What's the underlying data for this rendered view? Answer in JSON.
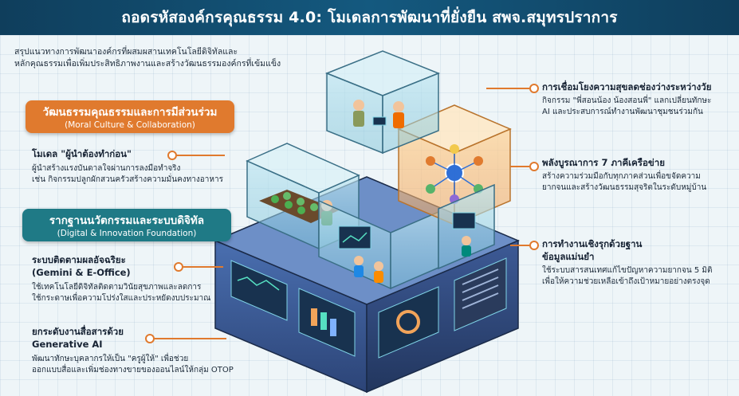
{
  "header": {
    "title": "ถอดรหัสองค์กรคุณธรรม 4.0: โมเดลการพัฒนาที่ยั่งยืน สพจ.สมุทรปราการ"
  },
  "intro": {
    "line1": "สรุปแนวทางการพัฒนาองค์กรที่ผสมผสานเทคโนโลยีดิจิทัลและ",
    "line2": "หลักคุณธรรมเพื่อเพิ่มประสิทธิภาพงานและสร้างวัฒนธรรมองค์กรที่เข้มแข็ง"
  },
  "moral_pill": {
    "title": "วัฒนธรรมคุณธรรมและการมีส่วนร่วม",
    "subtitle": "(Moral Culture & Collaboration)"
  },
  "leader_model": {
    "title": "โมเดล \"ผู้นำต้องทำก่อน\"",
    "line1": "ผู้นำสร้างแรงบันดาลใจผ่านการลงมือทำจริง",
    "line2": "เช่น กิจกรรมปลูกผักสวนครัวสร้างความมั่นคงทางอาหาร"
  },
  "digital_pill": {
    "title": "รากฐานนวัตกรรมและระบบดิจิทัล",
    "subtitle": "(Digital & Innovation Foundation)"
  },
  "smart_tracking": {
    "title1": "ระบบติดตามผลอัจฉริยะ",
    "title2": "(Gemini & E-Office)",
    "line1": "ใช้เทคโนโลยีดิจิทัลติดตามวินัยสุขภาพและลดการ",
    "line2": "ใช้กระดาษเพื่อความโปร่งใสและประหยัดงบประมาณ"
  },
  "media": {
    "title1": "ยกระดับงานสื่อสารด้วย",
    "title2": "Generative AI",
    "line1": "พัฒนาทักษะบุคลากรให้เป็น \"ครูผู้ให้\" เพื่อช่วย",
    "line2": "ออกแบบสื่อและเพิ่มช่องทางขายของออนไลน์ให้กลุ่ม OTOP"
  },
  "intergen": {
    "title": "การเชื่อมโยงความสุขลดช่องว่างระหว่างวัย",
    "line1": "กิจกรรม \"พี่สอนน้อง น้องสอนพี่\" แลกเปลี่ยนทักษะ",
    "line2": "AI และประสบการณ์ทำงานพัฒนาชุมชนร่วมกัน"
  },
  "network": {
    "title": "พลังบูรณาการ 7 ภาคีเครือข่าย",
    "line1": "สร้างความร่วมมือกับทุกภาคส่วนเพื่อขจัดความ",
    "line2": "ยากจนและสร้างวัฒนธรรมสุจริตในระดับหมู่บ้าน"
  },
  "proactive": {
    "title1": "การทำงานเชิงรุกด้วยฐาน",
    "title2": "ข้อมูลแม่นยำ",
    "line1": "ใช้ระบบสารสนเทศแก้ไขปัญหาความยากจน 5 มิติ",
    "line2": "เพื่อให้ความช่วยเหลือเข้าถึงเป้าหมายอย่างตรงจุด"
  },
  "colors": {
    "header": "#14597f",
    "orange": "#e07a2e",
    "teal": "#1f7a86"
  }
}
